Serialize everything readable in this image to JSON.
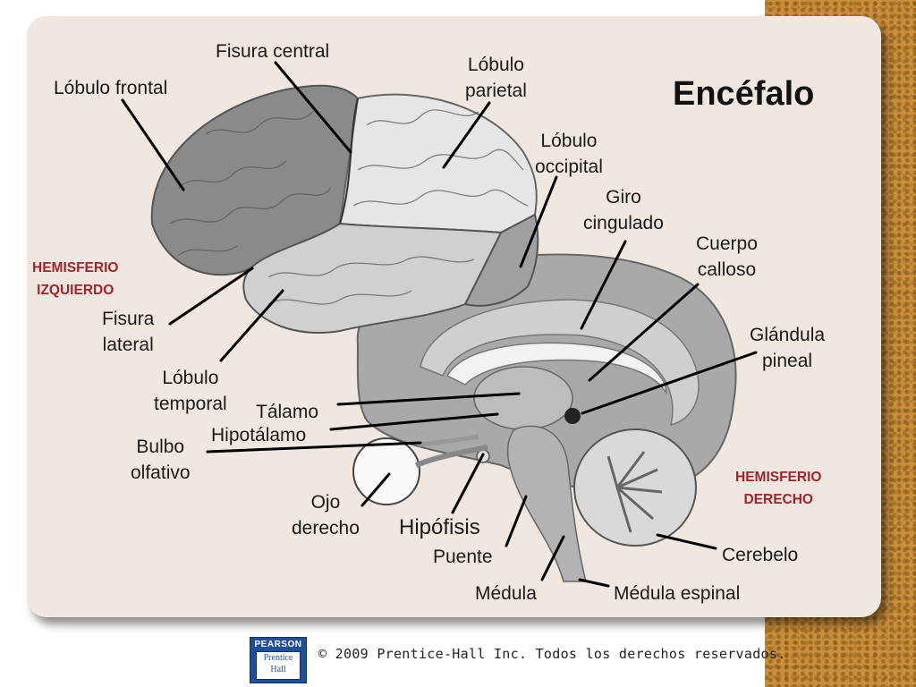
{
  "title": "Encéfalo",
  "labels": {
    "lobulo_frontal": "Lóbulo frontal",
    "fisura_central": "Fisura central",
    "lobulo_parietal": [
      "Lóbulo",
      "parietal"
    ],
    "lobulo_occipital": [
      "Lóbulo",
      "occipital"
    ],
    "giro_cingulado": [
      "Giro",
      "cingulado"
    ],
    "cuerpo_calloso": [
      "Cuerpo",
      "calloso"
    ],
    "glandula_pineal": [
      "Glándula",
      "pineal"
    ],
    "fisura_lateral": [
      "Fisura",
      "lateral"
    ],
    "lobulo_temporal": [
      "Lóbulo",
      "temporal"
    ],
    "talamo": "Tálamo",
    "hipotalamo": "Hipotálamo",
    "bulbo_olfativo": [
      "Bulbo",
      "olfativo"
    ],
    "ojo_derecho": [
      "Ojo",
      "derecho"
    ],
    "hipofisis": "Hipófisis",
    "puente": "Puente",
    "medula": "Médula",
    "medula_espinal": "Médula espinal",
    "cerebelo": "Cerebelo"
  },
  "hemispheres": {
    "left": [
      "HEMISFERIO",
      "IZQUIERDO"
    ],
    "right": [
      "HEMISFERIO",
      "DERECHO"
    ]
  },
  "footer": {
    "copyright": "© 2009 Prentice-Hall Inc. Todos los derechos reservados.",
    "logo_top": "PEARSON",
    "logo_lines": [
      "Prentice",
      "Hall"
    ]
  },
  "colors": {
    "hemisphere_label": "#a3232b",
    "card_background": "#efe7e0",
    "cork": "#c98f3c"
  }
}
